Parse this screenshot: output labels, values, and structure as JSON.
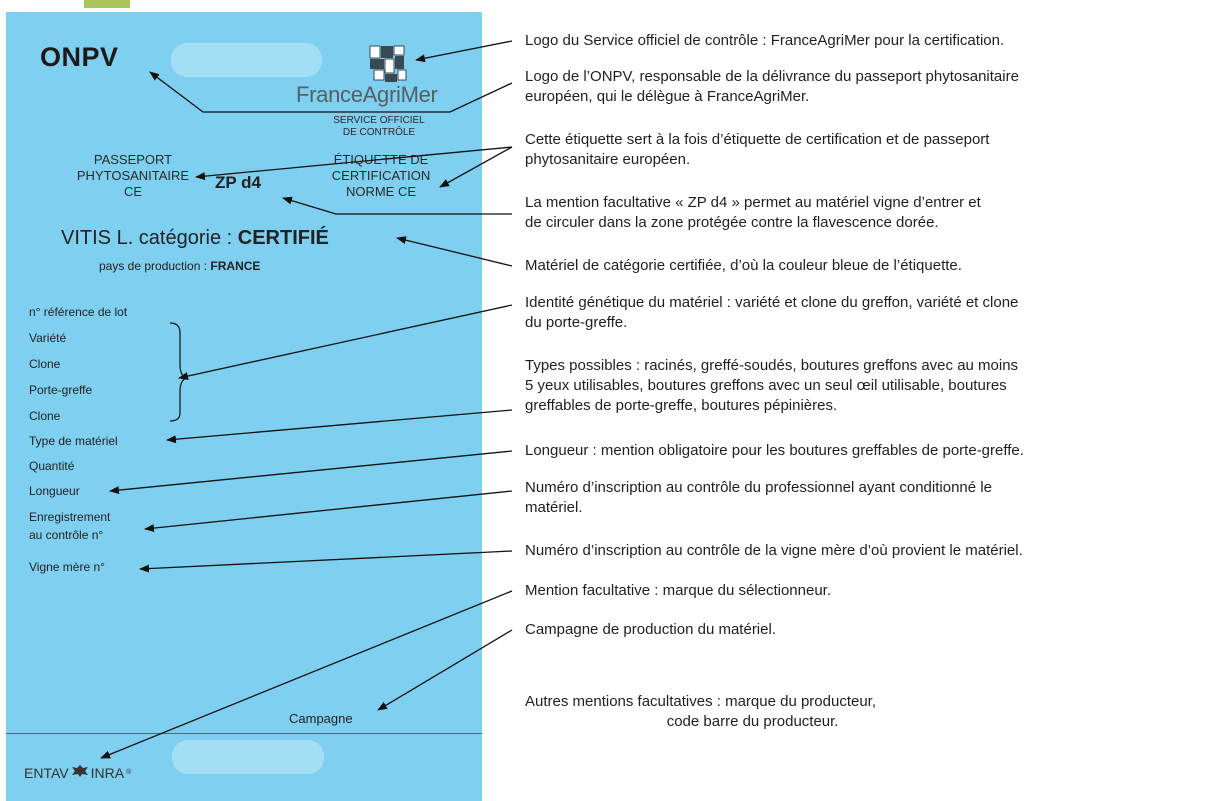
{
  "colors": {
    "label_bg": "#7ecff0",
    "pill": "#a3def5",
    "tab": "#a8c65a"
  },
  "label": {
    "onpv": "ONPV",
    "fam_name": "FranceAgriMer",
    "service_line1": "SERVICE OFFICIEL",
    "service_line2": "DE CONTRÔLE",
    "passeport_line1": "PASSEPORT",
    "passeport_line2": "PHYTOSANITAIRE",
    "passeport_line3": "CE",
    "zp": "ZP d4",
    "etiquette_line1": "ÉTIQUETTE DE",
    "etiquette_line2": "CERTIFICATION",
    "etiquette_line3": "NORME CE",
    "vitis_prefix": "VITIS L. catégorie :",
    "vitis_category": "CERTIFIÉ",
    "pays_prefix": "pays de production :",
    "pays_value": "FRANCE",
    "fields": {
      "lot": "n° référence de lot",
      "variete": "Variété",
      "clone1": "Clone",
      "porte_greffe": "Porte-greffe",
      "clone2": "Clone",
      "type": "Type de matériel",
      "quantite": "Quantité",
      "longueur": "Longueur",
      "enreg1": "Enregistrement",
      "enreg2": "au contrôle n°",
      "vigne": "Vigne mère n°"
    },
    "campagne": "Campagne",
    "entav_left": "ENTAV",
    "entav_right": "INRA",
    "entav_reg": "®"
  },
  "notes": [
    "Logo du Service officiel de contrôle : FranceAgriMer pour la certification.",
    "Logo de l’ONPV, responsable de la délivrance du passeport phytosanitaire\neuropéen, qui le délègue à FranceAgriMer.",
    "Cette étiquette sert à la fois d’étiquette de certification et de passeport\nphytosanitaire européen.",
    "La mention facultative « ZP d4 » permet au matériel vigne d’entrer et\nde circuler dans la zone protégée contre la flavescence dorée.",
    "Matériel de catégorie certifiée, d’où la couleur bleue de l’étiquette.",
    "Identité génétique du matériel : variété et clone du greffon, variété et clone\ndu porte-greffe.",
    "Types possibles : racinés, greffé-soudés, boutures greffons avec au moins\n5 yeux utilisables, boutures greffons avec un seul œil utilisable, boutures\ngreffables de porte-greffe, boutures pépinières.",
    "Longueur : mention obligatoire pour les boutures greffables de porte-greffe.",
    "Numéro d’inscription au contrôle du professionnel ayant conditionné le\nmatériel.",
    "Numéro d’inscription au contrôle de la vigne mère d’où provient le matériel.",
    "Mention facultative : marque du sélectionneur.",
    "Campagne de production du matériel.",
    "Autres mentions facultatives : marque du producteur,\n                                  code barre du producteur."
  ]
}
